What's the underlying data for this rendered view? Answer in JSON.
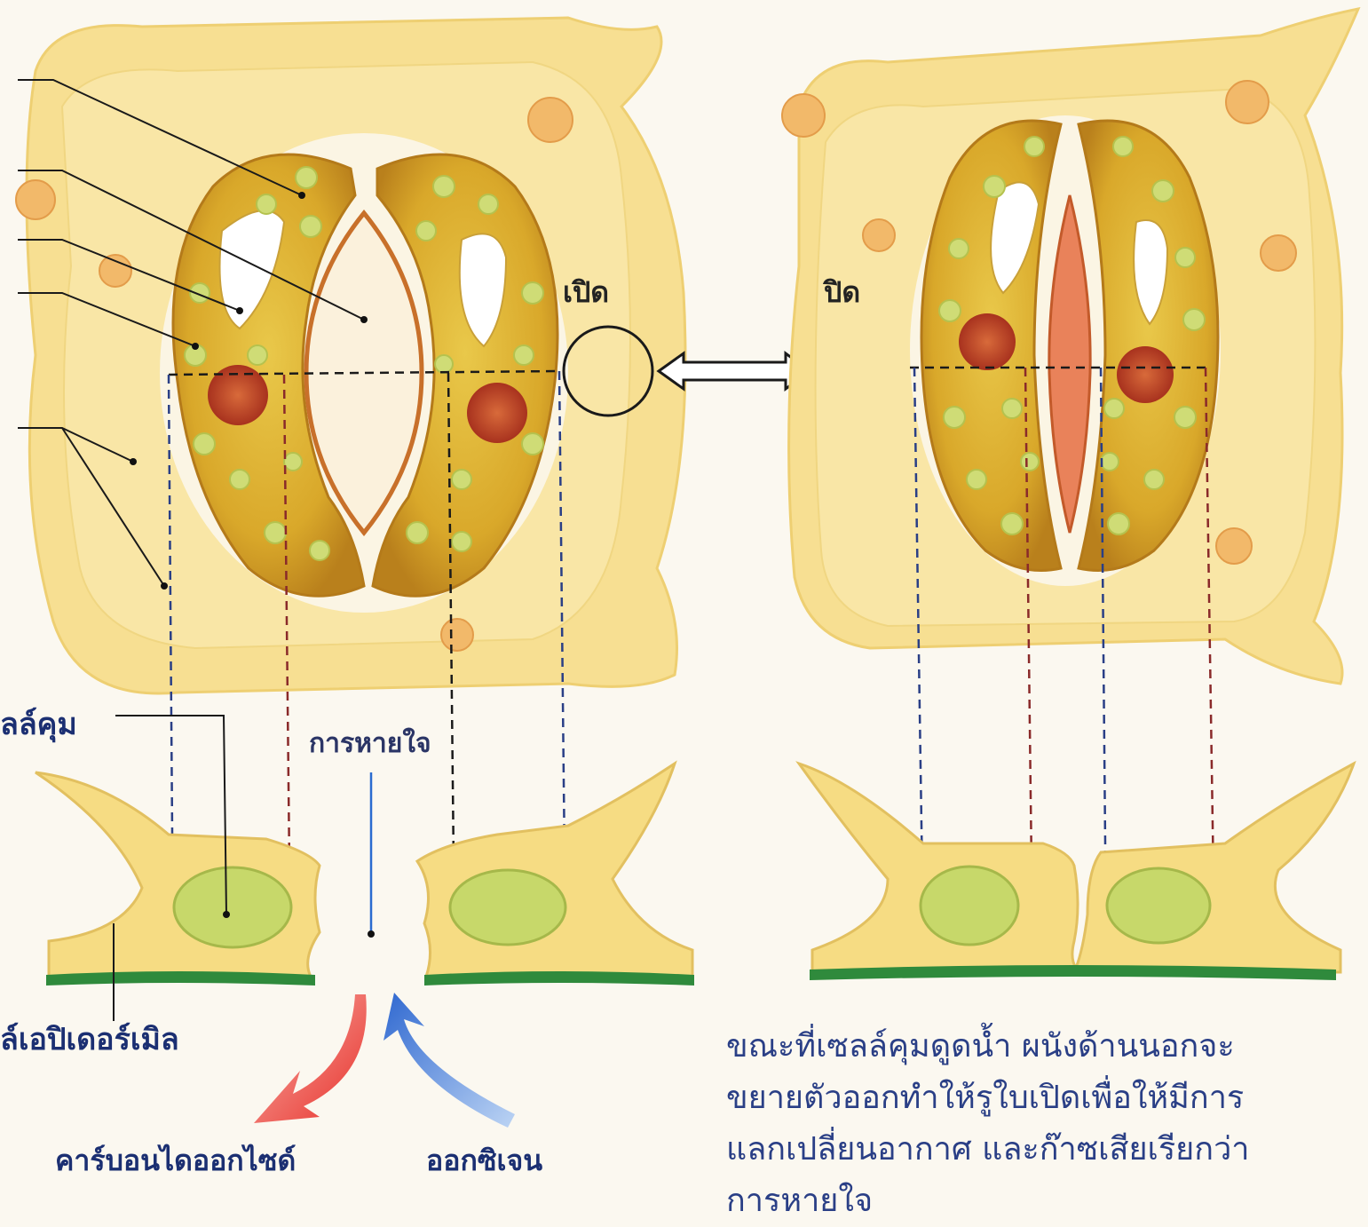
{
  "labels": {
    "open": "เปิด",
    "closed": "ปิด",
    "guard_cell": "ลล์คุม",
    "respiration": "การหายใจ",
    "epidermal_cell": "ล์เอปิเดอร์เมิล",
    "carbon_dioxide": "คาร์บอนไดออกไซด์",
    "oxygen": "ออกซิเจน"
  },
  "caption": {
    "line1": "ขณะที่เซลล์คุมดูดน้ำ ผนังด้านนอกจะ",
    "line2": "ขยายตัวออกทำให้รูใบเปิดเพื่อให้มีการ",
    "line3": "แลกเปลี่ยนอากาศ และก๊าซเสียเรียกว่า",
    "line4": "การหายใจ"
  },
  "colors": {
    "cell_fill": "#f6dc83",
    "guard_cell": "#d9a82a",
    "chloroplast": "#c9d86a",
    "nucleus": "#c8432a",
    "cuticle": "#2f8a3c",
    "co2_arrow": "#e8302a",
    "o2_arrow": "#3a78d8",
    "text": "#1b2f72"
  }
}
